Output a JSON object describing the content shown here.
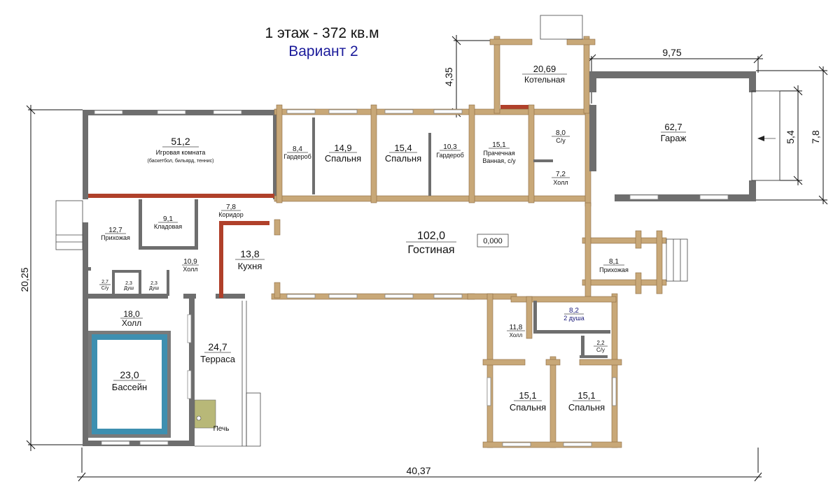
{
  "title": {
    "line1": "1 этаж - 372 кв.м",
    "line2": "Вариант 2"
  },
  "colors": {
    "log_wall": "#c8a878",
    "block_wall": "#6e6e6e",
    "brick_wall": "#b0402a",
    "pool_water": "#3e8fb0",
    "title_variant": "#1a1a9a"
  },
  "dimensions": {
    "total_width": "40,37",
    "total_height": "20,25",
    "boiler_depth": "4,35",
    "garage_width": "9,75",
    "garage_door": "5,4",
    "garage_depth": "7,8"
  },
  "level_mark": "0,000",
  "rooms": {
    "game_room": {
      "area": "51,2",
      "name": "Игровая комната",
      "note": "(баскетбол, бильярд, теннис)"
    },
    "corridor": {
      "area": "7,8",
      "name": "Коридор"
    },
    "entry_west": {
      "area": "12,7",
      "name": "Прихожая"
    },
    "storage": {
      "area": "9,1",
      "name": "Кладовая"
    },
    "hall_center": {
      "area": "10,9",
      "name": "Холл"
    },
    "wc_west": {
      "area": "2,7",
      "name": "С/у"
    },
    "shower1": {
      "area": "2,3",
      "name": "Душ"
    },
    "shower2": {
      "area": "2,3",
      "name": "Душ"
    },
    "hall_pool": {
      "area": "18,0",
      "name": "Холл"
    },
    "pool": {
      "area": "23,0",
      "name": "Бассейн"
    },
    "terrace": {
      "area": "24,7",
      "name": "Терраса"
    },
    "stove": {
      "name": "Печь"
    },
    "kitchen": {
      "area": "13,8",
      "name": "Кухня"
    },
    "wardrobe1": {
      "area": "8,4",
      "name": "Гардероб"
    },
    "bedroom1": {
      "area": "14,9",
      "name": "Спальня"
    },
    "bedroom2": {
      "area": "15,4",
      "name": "Спальня"
    },
    "wardrobe2": {
      "area": "10,3",
      "name": "Гардероб"
    },
    "laundry": {
      "area": "15,1",
      "name": "Прачечная",
      "name2": "Ванная, с/у"
    },
    "wc_north": {
      "area": "8,0",
      "name": "С/у"
    },
    "hall_north": {
      "area": "7,2",
      "name": "Холл"
    },
    "boiler": {
      "area": "20,69",
      "name": "Котельная"
    },
    "garage": {
      "area": "62,7",
      "name": "Гараж"
    },
    "living": {
      "area": "102,0",
      "name": "Гостиная"
    },
    "entry_east": {
      "area": "8,1",
      "name": "Прихожая"
    },
    "shower_room": {
      "area": "8,2",
      "name": "2 душа"
    },
    "hall_south": {
      "area": "11,8",
      "name": "Холл"
    },
    "wc_south": {
      "area": "2,2",
      "name": "С/у"
    },
    "bedroom3": {
      "area": "15,1",
      "name": "Спальня"
    },
    "bedroom4": {
      "area": "15,1",
      "name": "Спальня"
    }
  }
}
